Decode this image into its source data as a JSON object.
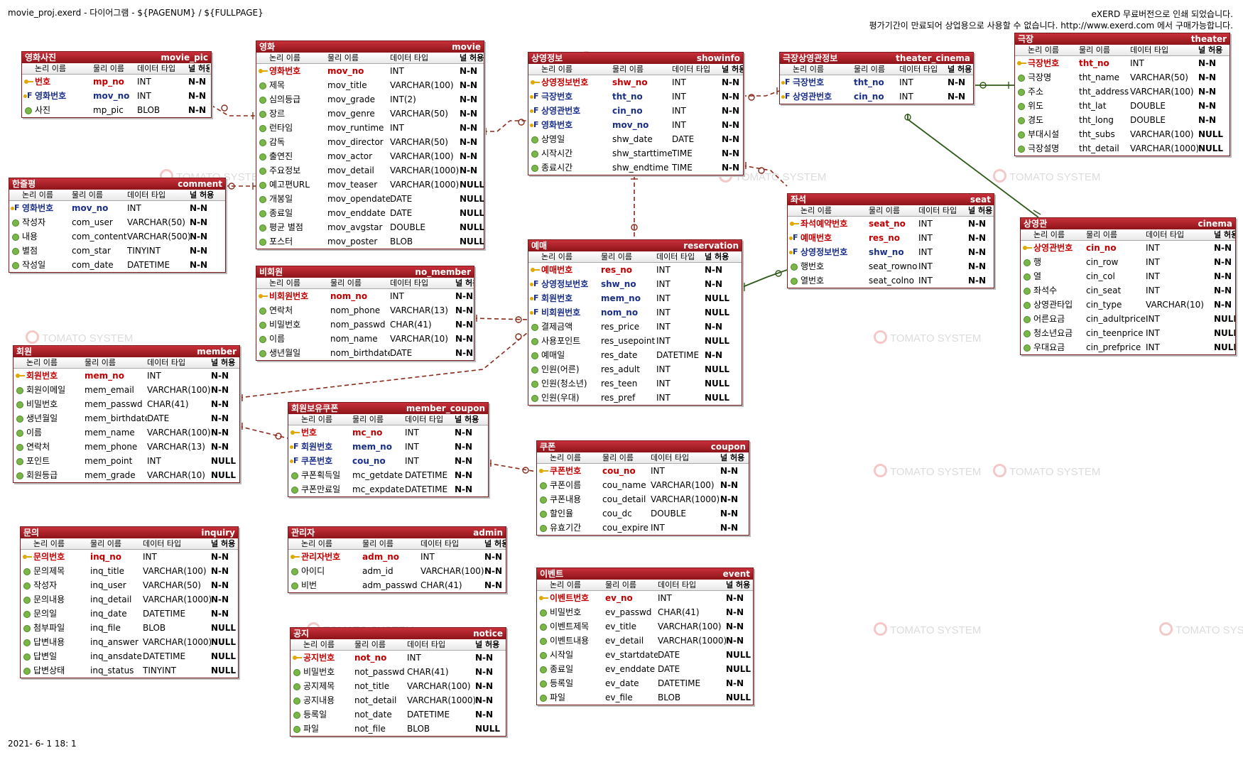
{
  "header": {
    "title": "movie_proj.exerd - 다이어그램 - ${PAGENUM} / ${FULLPAGE}",
    "notice_line1": "eXERD 무료버전으로 인쇄 되었습니다.",
    "notice_line2": "평가기간이 만료되어 상업용으로 사용할 수 없습니다. http://www.exerd.com 에서 구매가능합니다."
  },
  "footer": {
    "date": "2021- 6- 1 18: 1"
  },
  "watermark": "TOMATO SYSTEM",
  "column_headers": {
    "logical": "논리 이름",
    "physical": "물리 이름",
    "type": "데이터 타입",
    "null": "널 허용"
  },
  "colors": {
    "header_bg": "#a01c24",
    "pk_text": "#c00000",
    "fk_text": "#1a2f8a",
    "relation_line": "#8b2a1a",
    "relation_line_alt": "#2f5a1a"
  },
  "entities": {
    "mp": {
      "logical": "영화사진",
      "physical": "movie_pic",
      "rows": [
        {
          "k": "pk",
          "l": "번호",
          "p": "mp_no",
          "t": "INT",
          "n": "N-N"
        },
        {
          "k": "fk",
          "l": "영화번호",
          "p": "mov_no",
          "t": "INT",
          "n": "N-N"
        },
        {
          "k": "",
          "l": "사진",
          "p": "mp_pic",
          "t": "BLOB",
          "n": "N-N"
        }
      ]
    },
    "movie": {
      "logical": "영화",
      "physical": "movie",
      "rows": [
        {
          "k": "pk",
          "l": "영화번호",
          "p": "mov_no",
          "t": "INT",
          "n": "N-N"
        },
        {
          "k": "",
          "l": "제목",
          "p": "mov_title",
          "t": "VARCHAR(100)",
          "n": "N-N"
        },
        {
          "k": "",
          "l": "심의등급",
          "p": "mov_grade",
          "t": "INT(2)",
          "n": "N-N"
        },
        {
          "k": "",
          "l": "장르",
          "p": "mov_genre",
          "t": "VARCHAR(50)",
          "n": "N-N"
        },
        {
          "k": "",
          "l": "런타임",
          "p": "mov_runtime",
          "t": "INT",
          "n": "N-N"
        },
        {
          "k": "",
          "l": "감독",
          "p": "mov_director",
          "t": "VARCHAR(50)",
          "n": "N-N"
        },
        {
          "k": "",
          "l": "출연진",
          "p": "mov_actor",
          "t": "VARCHAR(100)",
          "n": "N-N"
        },
        {
          "k": "",
          "l": "주요정보",
          "p": "mov_detail",
          "t": "VARCHAR(1000)",
          "n": "N-N"
        },
        {
          "k": "",
          "l": "예고편URL",
          "p": "mov_teaser",
          "t": "VARCHAR(1000)",
          "n": "NULL"
        },
        {
          "k": "",
          "l": "개봉일",
          "p": "mov_opendate",
          "t": "DATE",
          "n": "NULL"
        },
        {
          "k": "",
          "l": "종료일",
          "p": "mov_enddate",
          "t": "DATE",
          "n": "NULL"
        },
        {
          "k": "",
          "l": "평균 별점",
          "p": "mov_avgstar",
          "t": "DOUBLE",
          "n": "NULL"
        },
        {
          "k": "",
          "l": "포스터",
          "p": "mov_poster",
          "t": "BLOB",
          "n": "NULL"
        }
      ]
    },
    "show": {
      "logical": "상영정보",
      "physical": "showinfo",
      "rows": [
        {
          "k": "pk",
          "l": "상영정보번호",
          "p": "shw_no",
          "t": "INT",
          "n": "N-N"
        },
        {
          "k": "fk",
          "l": "극장번호",
          "p": "tht_no",
          "t": "INT",
          "n": "N-N"
        },
        {
          "k": "fk",
          "l": "상영관번호",
          "p": "cin_no",
          "t": "INT",
          "n": "N-N"
        },
        {
          "k": "fk",
          "l": "영화번호",
          "p": "mov_no",
          "t": "INT",
          "n": "N-N"
        },
        {
          "k": "",
          "l": "상영일",
          "p": "shw_date",
          "t": "DATE",
          "n": "N-N"
        },
        {
          "k": "",
          "l": "시작시간",
          "p": "shw_starttime",
          "t": "TIME",
          "n": "N-N"
        },
        {
          "k": "",
          "l": "종료시간",
          "p": "shw_endtime",
          "t": "TIME",
          "n": "N-N"
        }
      ]
    },
    "tc": {
      "logical": "극장상영관정보",
      "physical": "theater_cinema",
      "rows": [
        {
          "k": "fk",
          "l": "극장번호",
          "p": "tht_no",
          "t": "INT",
          "n": "N-N"
        },
        {
          "k": "fk",
          "l": "상영관번호",
          "p": "cin_no",
          "t": "INT",
          "n": "N-N"
        }
      ]
    },
    "theater": {
      "logical": "극장",
      "physical": "theater",
      "rows": [
        {
          "k": "pk",
          "l": "극장번호",
          "p": "tht_no",
          "t": "INT",
          "n": "N-N"
        },
        {
          "k": "",
          "l": "극장명",
          "p": "tht_name",
          "t": "VARCHAR(50)",
          "n": "N-N"
        },
        {
          "k": "",
          "l": "주소",
          "p": "tht_address",
          "t": "VARCHAR(100)",
          "n": "N-N"
        },
        {
          "k": "",
          "l": "위도",
          "p": "tht_lat",
          "t": "DOUBLE",
          "n": "N-N"
        },
        {
          "k": "",
          "l": "경도",
          "p": "tht_long",
          "t": "DOUBLE",
          "n": "N-N"
        },
        {
          "k": "",
          "l": "부대시설",
          "p": "tht_subs",
          "t": "VARCHAR(100)",
          "n": "NULL"
        },
        {
          "k": "",
          "l": "극장설명",
          "p": "tht_detail",
          "t": "VARCHAR(1000)",
          "n": "NULL"
        }
      ]
    },
    "comment": {
      "logical": "한줄평",
      "physical": "comment",
      "rows": [
        {
          "k": "fk",
          "l": "영화번호",
          "p": "mov_no",
          "t": "INT",
          "n": "N-N"
        },
        {
          "k": "",
          "l": "작성자",
          "p": "com_user",
          "t": "VARCHAR(50)",
          "n": "N-N"
        },
        {
          "k": "",
          "l": "내용",
          "p": "com_content",
          "t": "VARCHAR(500)",
          "n": "N-N"
        },
        {
          "k": "",
          "l": "별점",
          "p": "com_star",
          "t": "TINYINT",
          "n": "N-N"
        },
        {
          "k": "",
          "l": "작성일",
          "p": "com_date",
          "t": "DATETIME",
          "n": "N-N"
        }
      ]
    },
    "seat": {
      "logical": "좌석",
      "physical": "seat",
      "rows": [
        {
          "k": "pk",
          "l": "좌석예약번호",
          "p": "seat_no",
          "t": "INT",
          "n": "N-N"
        },
        {
          "k": "pkfk",
          "l": "예매번호",
          "p": "res_no",
          "t": "INT",
          "n": "N-N"
        },
        {
          "k": "fk",
          "l": "상영정보번호",
          "p": "shw_no",
          "t": "INT",
          "n": "N-N"
        },
        {
          "k": "",
          "l": "행번호",
          "p": "seat_rowno",
          "t": "INT",
          "n": "N-N"
        },
        {
          "k": "",
          "l": "열번호",
          "p": "seat_colno",
          "t": "INT",
          "n": "N-N"
        }
      ]
    },
    "cinema": {
      "logical": "상영관",
      "physical": "cinema",
      "rows": [
        {
          "k": "pk",
          "l": "상영관번호",
          "p": "cin_no",
          "t": "INT",
          "n": "N-N"
        },
        {
          "k": "",
          "l": "행",
          "p": "cin_row",
          "t": "INT",
          "n": "N-N"
        },
        {
          "k": "",
          "l": "열",
          "p": "cin_col",
          "t": "INT",
          "n": "N-N"
        },
        {
          "k": "",
          "l": "좌석수",
          "p": "cin_seat",
          "t": "INT",
          "n": "N-N"
        },
        {
          "k": "",
          "l": "상영관타입",
          "p": "cin_type",
          "t": "VARCHAR(10)",
          "n": "N-N"
        },
        {
          "k": "",
          "l": "어른요금",
          "p": "cin_adultprice",
          "t": "INT",
          "n": "NULL"
        },
        {
          "k": "",
          "l": "청소년요금",
          "p": "cin_teenprice",
          "t": "INT",
          "n": "NULL"
        },
        {
          "k": "",
          "l": "우대요금",
          "p": "cin_prefprice",
          "t": "INT",
          "n": "NULL"
        }
      ]
    },
    "nomember": {
      "logical": "비회원",
      "physical": "no_member",
      "rows": [
        {
          "k": "pk",
          "l": "비회원번호",
          "p": "nom_no",
          "t": "INT",
          "n": "N-N"
        },
        {
          "k": "",
          "l": "연락처",
          "p": "nom_phone",
          "t": "VARCHAR(13)",
          "n": "N-N"
        },
        {
          "k": "",
          "l": "비밀번호",
          "p": "nom_passwd",
          "t": "CHAR(41)",
          "n": "N-N"
        },
        {
          "k": "",
          "l": "이름",
          "p": "nom_name",
          "t": "VARCHAR(10)",
          "n": "N-N"
        },
        {
          "k": "",
          "l": "생년월일",
          "p": "nom_birthdate",
          "t": "DATE",
          "n": "N-N"
        }
      ]
    },
    "reservation": {
      "logical": "예매",
      "physical": "reservation",
      "rows": [
        {
          "k": "pk",
          "l": "예매번호",
          "p": "res_no",
          "t": "INT",
          "n": "N-N"
        },
        {
          "k": "fk",
          "l": "상영정보번호",
          "p": "shw_no",
          "t": "INT",
          "n": "N-N"
        },
        {
          "k": "fk",
          "l": "회원번호",
          "p": "mem_no",
          "t": "INT",
          "n": "NULL"
        },
        {
          "k": "fk",
          "l": "비회원번호",
          "p": "nom_no",
          "t": "INT",
          "n": "NULL"
        },
        {
          "k": "",
          "l": "결제금액",
          "p": "res_price",
          "t": "INT",
          "n": "N-N"
        },
        {
          "k": "",
          "l": "사용포인트",
          "p": "res_usepoint",
          "t": "INT",
          "n": "NULL"
        },
        {
          "k": "",
          "l": "예매일",
          "p": "res_date",
          "t": "DATETIME",
          "n": "N-N"
        },
        {
          "k": "",
          "l": "인원(어른)",
          "p": "res_adult",
          "t": "INT",
          "n": "NULL"
        },
        {
          "k": "",
          "l": "인원(청소년)",
          "p": "res_teen",
          "t": "INT",
          "n": "NULL"
        },
        {
          "k": "",
          "l": "인원(우대)",
          "p": "res_pref",
          "t": "INT",
          "n": "NULL"
        }
      ]
    },
    "member": {
      "logical": "회원",
      "physical": "member",
      "rows": [
        {
          "k": "pk",
          "l": "회원번호",
          "p": "mem_no",
          "t": "INT",
          "n": "N-N"
        },
        {
          "k": "",
          "l": "회원이메일",
          "p": "mem_email",
          "t": "VARCHAR(100)",
          "n": "N-N"
        },
        {
          "k": "",
          "l": "비밀번호",
          "p": "mem_passwd",
          "t": "CHAR(41)",
          "n": "N-N"
        },
        {
          "k": "",
          "l": "생년월일",
          "p": "mem_birthdate",
          "t": "DATE",
          "n": "N-N"
        },
        {
          "k": "",
          "l": "이름",
          "p": "mem_name",
          "t": "VARCHAR(100)",
          "n": "N-N"
        },
        {
          "k": "",
          "l": "연락처",
          "p": "mem_phone",
          "t": "VARCHAR(13)",
          "n": "N-N"
        },
        {
          "k": "",
          "l": "포인트",
          "p": "mem_point",
          "t": "INT",
          "n": "NULL"
        },
        {
          "k": "",
          "l": "회원등급",
          "p": "mem_grade",
          "t": "VARCHAR(10)",
          "n": "NULL"
        }
      ]
    },
    "mc": {
      "logical": "회원보유쿠폰",
      "physical": "member_coupon",
      "rows": [
        {
          "k": "pk",
          "l": "번호",
          "p": "mc_no",
          "t": "INT",
          "n": "N-N"
        },
        {
          "k": "fk",
          "l": "회원번호",
          "p": "mem_no",
          "t": "INT",
          "n": "N-N"
        },
        {
          "k": "fk",
          "l": "쿠폰번호",
          "p": "cou_no",
          "t": "INT",
          "n": "N-N"
        },
        {
          "k": "",
          "l": "쿠폰획득일",
          "p": "mc_getdate",
          "t": "DATETIME",
          "n": "N-N"
        },
        {
          "k": "",
          "l": "쿠폰만료일",
          "p": "mc_expdate",
          "t": "DATETIME",
          "n": "N-N"
        }
      ]
    },
    "coupon": {
      "logical": "쿠폰",
      "physical": "coupon",
      "rows": [
        {
          "k": "pk",
          "l": "쿠폰번호",
          "p": "cou_no",
          "t": "INT",
          "n": "N-N"
        },
        {
          "k": "",
          "l": "쿠폰이름",
          "p": "cou_name",
          "t": "VARCHAR(100)",
          "n": "N-N"
        },
        {
          "k": "",
          "l": "쿠폰내용",
          "p": "cou_detail",
          "t": "VARCHAR(1000)",
          "n": "N-N"
        },
        {
          "k": "",
          "l": "할인율",
          "p": "cou_dc",
          "t": "DOUBLE",
          "n": "N-N"
        },
        {
          "k": "",
          "l": "유효기간",
          "p": "cou_expire",
          "t": "INT",
          "n": "N-N"
        }
      ]
    },
    "inquiry": {
      "logical": "문의",
      "physical": "inquiry",
      "rows": [
        {
          "k": "pk",
          "l": "문의번호",
          "p": "inq_no",
          "t": "INT",
          "n": "N-N"
        },
        {
          "k": "",
          "l": "문의제목",
          "p": "inq_title",
          "t": "VARCHAR(100)",
          "n": "N-N"
        },
        {
          "k": "",
          "l": "작성자",
          "p": "inq_user",
          "t": "VARCHAR(50)",
          "n": "N-N"
        },
        {
          "k": "",
          "l": "문의내용",
          "p": "inq_detail",
          "t": "VARCHAR(1000)",
          "n": "N-N"
        },
        {
          "k": "",
          "l": "문의일",
          "p": "inq_date",
          "t": "DATETIME",
          "n": "N-N"
        },
        {
          "k": "",
          "l": "첨부파일",
          "p": "inq_file",
          "t": "BLOB",
          "n": "NULL"
        },
        {
          "k": "",
          "l": "답변내용",
          "p": "inq_answer",
          "t": "VARCHAR(1000)",
          "n": "NULL"
        },
        {
          "k": "",
          "l": "답변일",
          "p": "inq_ansdate",
          "t": "DATETIME",
          "n": "NULL"
        },
        {
          "k": "",
          "l": "답변상태",
          "p": "inq_status",
          "t": "TINYINT",
          "n": "NULL"
        }
      ]
    },
    "admin": {
      "logical": "관리자",
      "physical": "admin",
      "rows": [
        {
          "k": "pk",
          "l": "관리자번호",
          "p": "adm_no",
          "t": "INT",
          "n": "N-N"
        },
        {
          "k": "",
          "l": "아이디",
          "p": "adm_id",
          "t": "VARCHAR(100)",
          "n": "N-N"
        },
        {
          "k": "",
          "l": "비번",
          "p": "adm_passwd",
          "t": "CHAR(41)",
          "n": "N-N"
        }
      ]
    },
    "notice": {
      "logical": "공지",
      "physical": "notice",
      "rows": [
        {
          "k": "pk",
          "l": "공지번호",
          "p": "not_no",
          "t": "INT",
          "n": "N-N"
        },
        {
          "k": "",
          "l": "비밀번호",
          "p": "not_passwd",
          "t": "CHAR(41)",
          "n": "N-N"
        },
        {
          "k": "",
          "l": "공지제목",
          "p": "not_title",
          "t": "VARCHAR(100)",
          "n": "N-N"
        },
        {
          "k": "",
          "l": "공지내용",
          "p": "not_detail",
          "t": "VARCHAR(1000)",
          "n": "N-N"
        },
        {
          "k": "",
          "l": "등록일",
          "p": "not_date",
          "t": "DATETIME",
          "n": "N-N"
        },
        {
          "k": "",
          "l": "파일",
          "p": "not_file",
          "t": "BLOB",
          "n": "NULL"
        }
      ]
    },
    "event": {
      "logical": "이벤트",
      "physical": "event",
      "rows": [
        {
          "k": "pk",
          "l": "이벤트번호",
          "p": "ev_no",
          "t": "INT",
          "n": "N-N"
        },
        {
          "k": "",
          "l": "비밀번호",
          "p": "ev_passwd",
          "t": "CHAR(41)",
          "n": "N-N"
        },
        {
          "k": "",
          "l": "이벤트제목",
          "p": "ev_title",
          "t": "VARCHAR(100)",
          "n": "N-N"
        },
        {
          "k": "",
          "l": "이벤트내용",
          "p": "ev_detail",
          "t": "VARCHAR(1000)",
          "n": "N-N"
        },
        {
          "k": "",
          "l": "시작일",
          "p": "ev_startdate",
          "t": "DATE",
          "n": "NULL"
        },
        {
          "k": "",
          "l": "종료일",
          "p": "ev_enddate",
          "t": "DATE",
          "n": "NULL"
        },
        {
          "k": "",
          "l": "등록일",
          "p": "ev_date",
          "t": "DATETIME",
          "n": "N-N"
        },
        {
          "k": "",
          "l": "파일",
          "p": "ev_file",
          "t": "BLOB",
          "n": "NULL"
        }
      ]
    }
  }
}
